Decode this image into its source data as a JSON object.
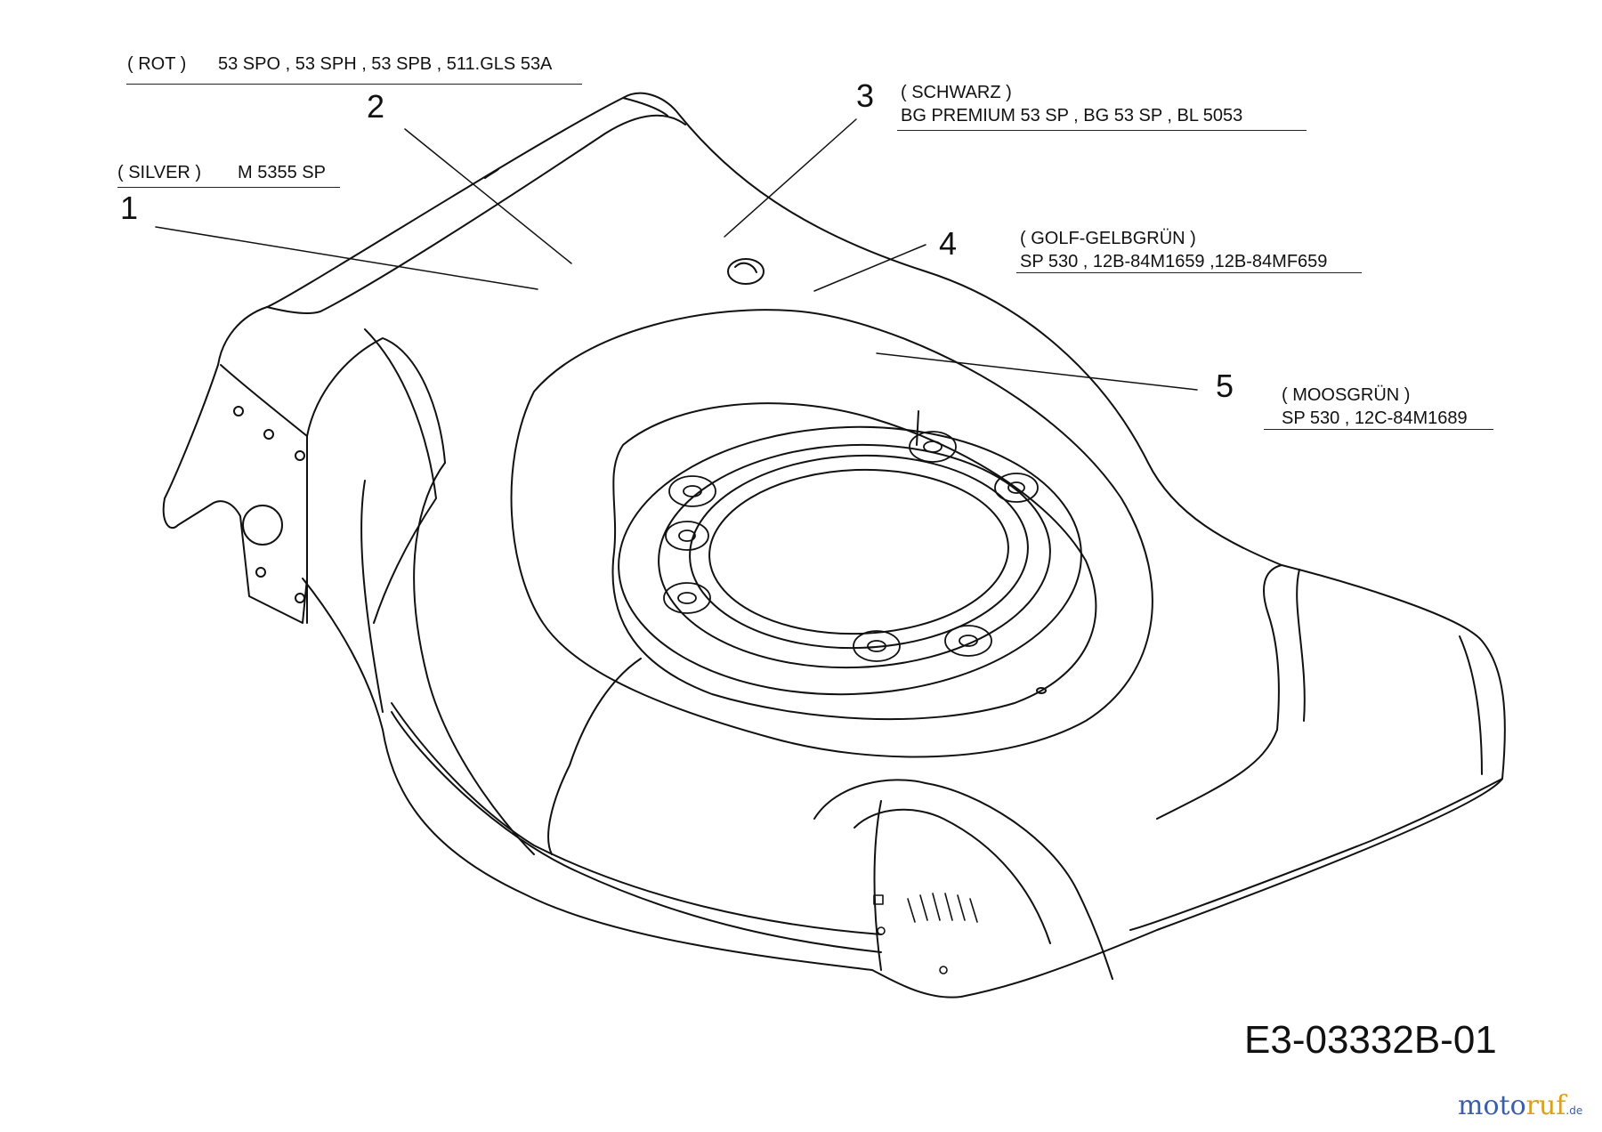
{
  "callouts": [
    {
      "number": "1",
      "color_label": "( SILVER )",
      "models": "M 5355 SP"
    },
    {
      "number": "2",
      "color_label": "( ROT )",
      "models": "53 SPO , 53 SPH , 53 SPB , 511.GLS 53A"
    },
    {
      "number": "3",
      "color_label": "( SCHWARZ )",
      "models": "BG PREMIUM 53 SP , BG 53 SP , BL 5053"
    },
    {
      "number": "4",
      "color_label": "( GOLF-GELBGRÜN )",
      "models": "SP 530 , 12B-84M1659 ,12B-84MF659"
    },
    {
      "number": "5",
      "color_label": "( MOOSGRÜN )",
      "models": "SP 530 , 12C-84M1689"
    }
  ],
  "drawing_code": "E3-03332B-01",
  "watermark": {
    "part1": "moto",
    "part2": "ruf",
    "suffix": ".de"
  },
  "colors": {
    "line": "#111111",
    "watermark_blue": "#3a5fa8",
    "watermark_gold": "#d8a21f"
  }
}
